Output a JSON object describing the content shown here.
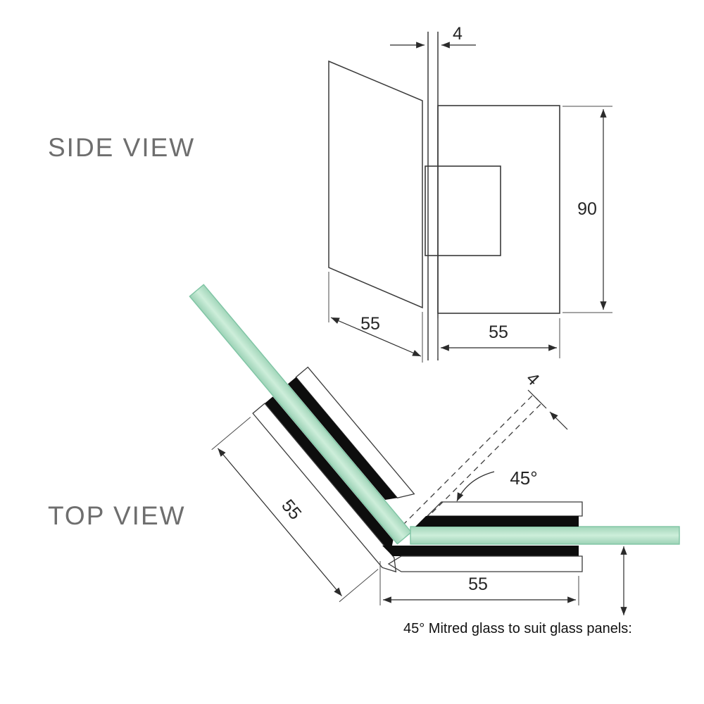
{
  "side_view": {
    "label": "SIDE VIEW",
    "dim_glass_thickness": "4",
    "dim_height": "90",
    "dim_glass_width": "55",
    "dim_plate_width": "55"
  },
  "top_view": {
    "label": "TOP VIEW",
    "dim_gap": "4",
    "dim_angle": "45°",
    "dim_hinge_width": "55",
    "dim_bottom_width": "55",
    "note": "45° Mitred glass to suit glass panels:"
  },
  "colors": {
    "glass_green": "#b6e3ca",
    "glass_edge": "#7fc4a4",
    "metal_gray": "#8e8e8e",
    "gasket_black": "#0d0d0d",
    "line": "#2b2b2b",
    "label_gray": "#6e6e6e"
  }
}
